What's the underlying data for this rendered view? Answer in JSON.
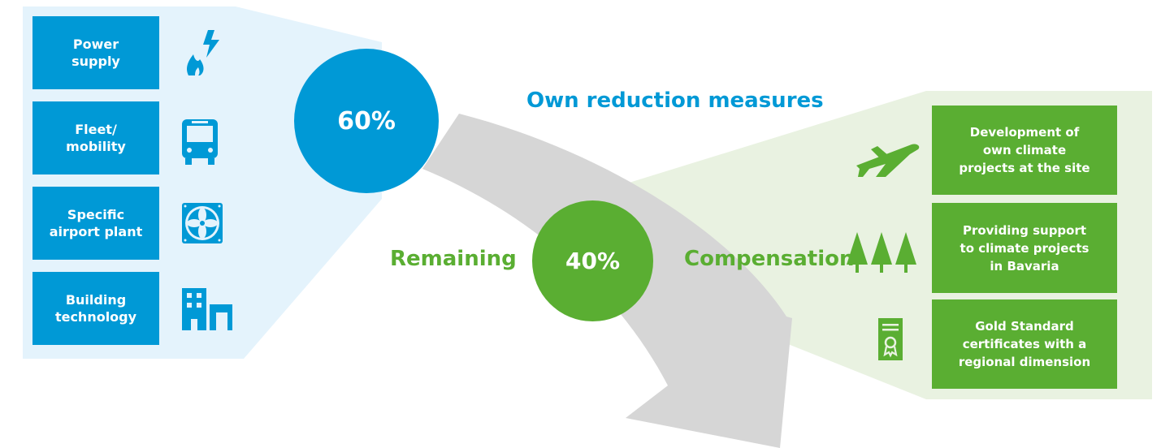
{
  "colors": {
    "blue": "#0099d6",
    "green": "#5aae32",
    "light_blue": "#e4f3fc",
    "light_green": "#e9f2e1",
    "gray": "#d6d6d6"
  },
  "reduction": {
    "percent": "60%",
    "heading": "Own reduction measures",
    "items": [
      {
        "label": "Power\nsupply",
        "icon": "flame-bolt-icon"
      },
      {
        "label": "Fleet/\nmobility",
        "icon": "bus-icon"
      },
      {
        "label": "Specific\nairport plant",
        "icon": "fan-icon"
      },
      {
        "label": "Building\ntechnology",
        "icon": "building-icon"
      }
    ]
  },
  "remaining": {
    "label": "Remaining",
    "percent": "40%"
  },
  "compensation": {
    "label": "Compensation",
    "items": [
      {
        "label": "Development of\nown climate\nprojects at the site",
        "icon": "airplane-icon"
      },
      {
        "label": "Providing support\nto climate projects\nin Bavaria",
        "icon": "trees-icon"
      },
      {
        "label": "Gold Standard\ncertificates with a\nregional dimension",
        "icon": "certificate-icon"
      }
    ]
  }
}
